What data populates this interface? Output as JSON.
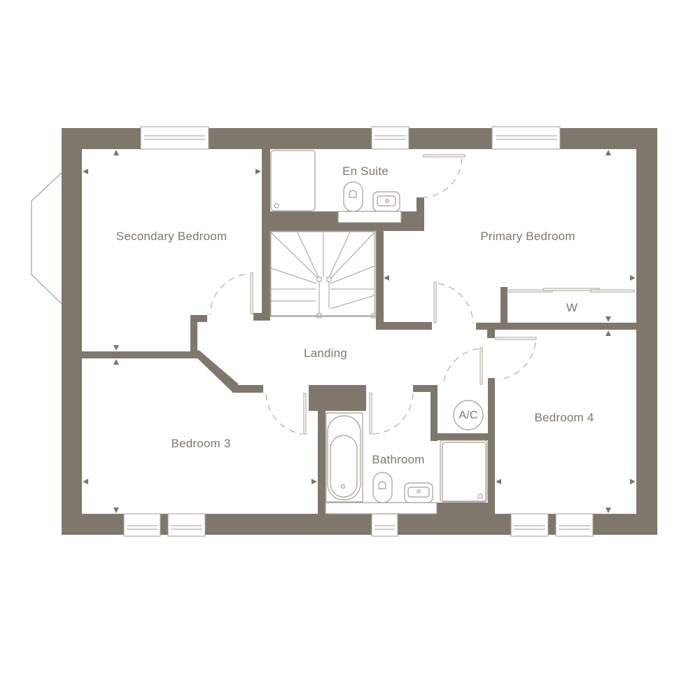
{
  "plan": {
    "title": "First Floor Plan",
    "wall_color": "#7f776b",
    "line_color": "#a49d92",
    "rooms": [
      {
        "id": "secondary-bedroom",
        "label": "Secondary Bedroom"
      },
      {
        "id": "en-suite",
        "label": "En Suite"
      },
      {
        "id": "primary-bedroom",
        "label": "Primary Bedroom"
      },
      {
        "id": "wardrobe",
        "label": "W"
      },
      {
        "id": "landing",
        "label": "Landing"
      },
      {
        "id": "bedroom-3",
        "label": "Bedroom 3"
      },
      {
        "id": "bathroom",
        "label": "Bathroom"
      },
      {
        "id": "airing-cupboard",
        "label": "A/C"
      },
      {
        "id": "bedroom-4",
        "label": "Bedroom 4"
      }
    ]
  }
}
